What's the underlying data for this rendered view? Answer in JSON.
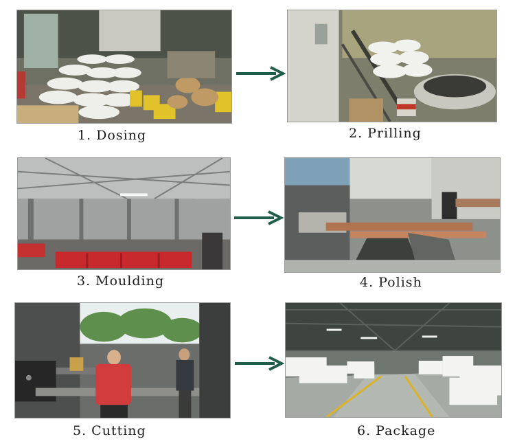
{
  "steps": [
    {
      "id": "dosing",
      "label": "1. Dosing",
      "photo_icon": "dosing-photo"
    },
    {
      "id": "prilling",
      "label": "2. Prilling",
      "photo_icon": "prilling-photo"
    },
    {
      "id": "moulding",
      "label": "3. Moulding",
      "photo_icon": "moulding-photo"
    },
    {
      "id": "polish",
      "label": "4. Polish",
      "photo_icon": "polish-photo"
    },
    {
      "id": "cutting",
      "label": "5. Cutting",
      "photo_icon": "cutting-photo"
    },
    {
      "id": "package",
      "label": "6. Package",
      "photo_icon": "package-photo"
    }
  ],
  "arrow_color": "#1f5c4a"
}
